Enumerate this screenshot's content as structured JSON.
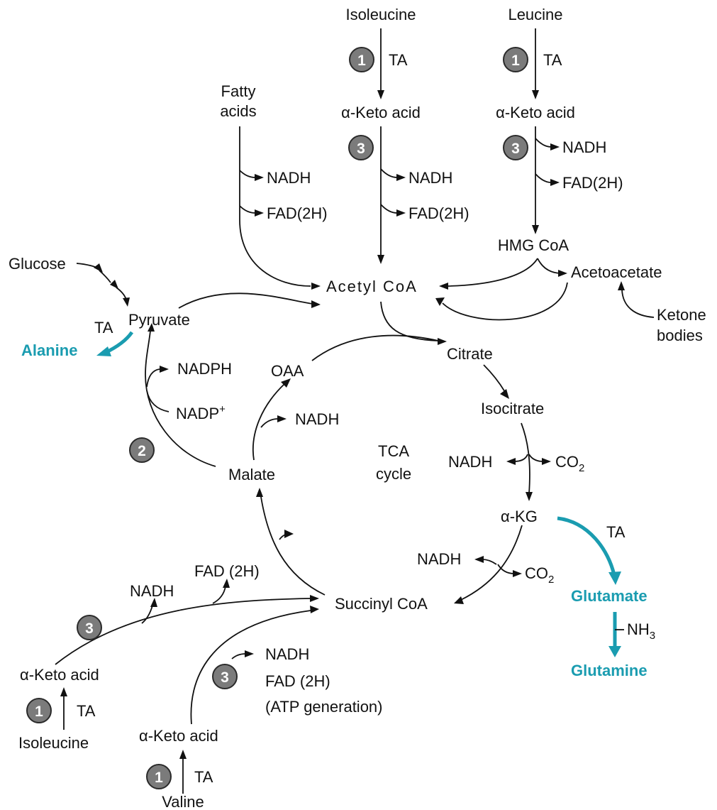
{
  "colors": {
    "line": "#111111",
    "teal": "#1a9cb0",
    "badge": "#7b7b7b"
  },
  "labels": {
    "isoleucine_top": "Isoleucine",
    "leucine_top": "Leucine",
    "ta": "TA",
    "keto_acid": "α-Keto acid",
    "fatty_acids_1": "Fatty",
    "fatty_acids_2": "acids",
    "nadh": "NADH",
    "fad2h": "FAD(2H)",
    "fad_2h_spaced": "FAD (2H)",
    "fad_2h_tight": "FAD (2H)",
    "atp_generation": "(ATP generation)",
    "hmg_coa": "HMG CoA",
    "acetoacetate": "Acetoacetate",
    "ketone_1": "Ketone",
    "ketone_2": "bodies",
    "glucose": "Glucose",
    "acetyl_coa": "Acetyl CoA",
    "pyruvate": "Pyruvate",
    "alanine": "Alanine",
    "citrate": "Citrate",
    "oaa": "OAA",
    "nadph": "NADPH",
    "nadp": "NADP",
    "nadp_sup": "+",
    "isocitrate": "Isocitrate",
    "tca_1": "TCA",
    "tca_2": "cycle",
    "co2": "CO",
    "co2_sub": "2",
    "malate": "Malate",
    "akg": "α-KG",
    "glutamate": "Glutamate",
    "nh3": "NH",
    "nh3_sub": "3",
    "glutamine": "Glutamine",
    "succinyl_coa": "Succinyl CoA",
    "isoleucine_bottom": "Isoleucine",
    "valine": "Valine"
  },
  "badges": {
    "one": "1",
    "two": "2",
    "three": "3"
  }
}
